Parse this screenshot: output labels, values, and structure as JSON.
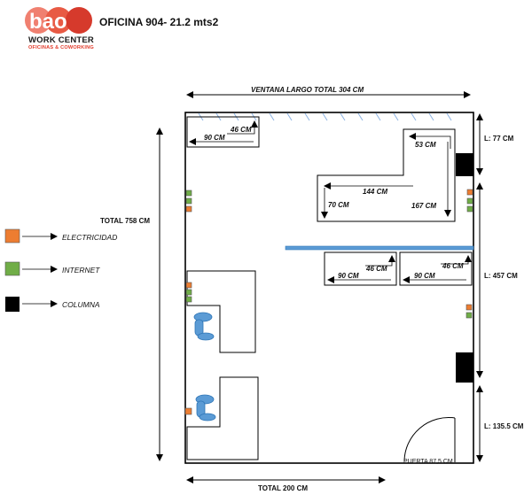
{
  "header": {
    "logo_letters": "bao",
    "brand": "WORK CENTER",
    "tagline": "OFICINAS & COWORKING",
    "title": "OFICINA 904- 21.2 mts2"
  },
  "dimensions": {
    "window_label": "VENTANA LARGO TOTAL 304 CM",
    "total_height": "TOTAL 758 CM",
    "total_width": "TOTAL 200 CM",
    "right_top": "L: 77 CM",
    "right_mid": "L: 457 CM",
    "right_bottom": "L: 135.5 CM",
    "door": "PUERTA 87,5 CM"
  },
  "furniture": {
    "desk_top_left": {
      "a": "46 CM",
      "b": "90 CM"
    },
    "l_desk": {
      "a": "53 CM",
      "b": "144 CM",
      "c": "70 CM",
      "d": "167 CM"
    },
    "desk_mid_1": {
      "a": "46 CM",
      "b": "90 CM"
    },
    "desk_mid_2": {
      "a": "46 CM",
      "b": "90 CM"
    }
  },
  "legend": [
    {
      "label": "ELECTRICIDAD",
      "color": "#ed7d31"
    },
    {
      "label": "INTERNET",
      "color": "#70ad47"
    },
    {
      "label": "COLUMNA",
      "color": "#000000"
    }
  ],
  "colors": {
    "glass_partition": "#5b9bd5",
    "chair": "#5b9bd5",
    "window_hatch": "#8eb4e3"
  }
}
